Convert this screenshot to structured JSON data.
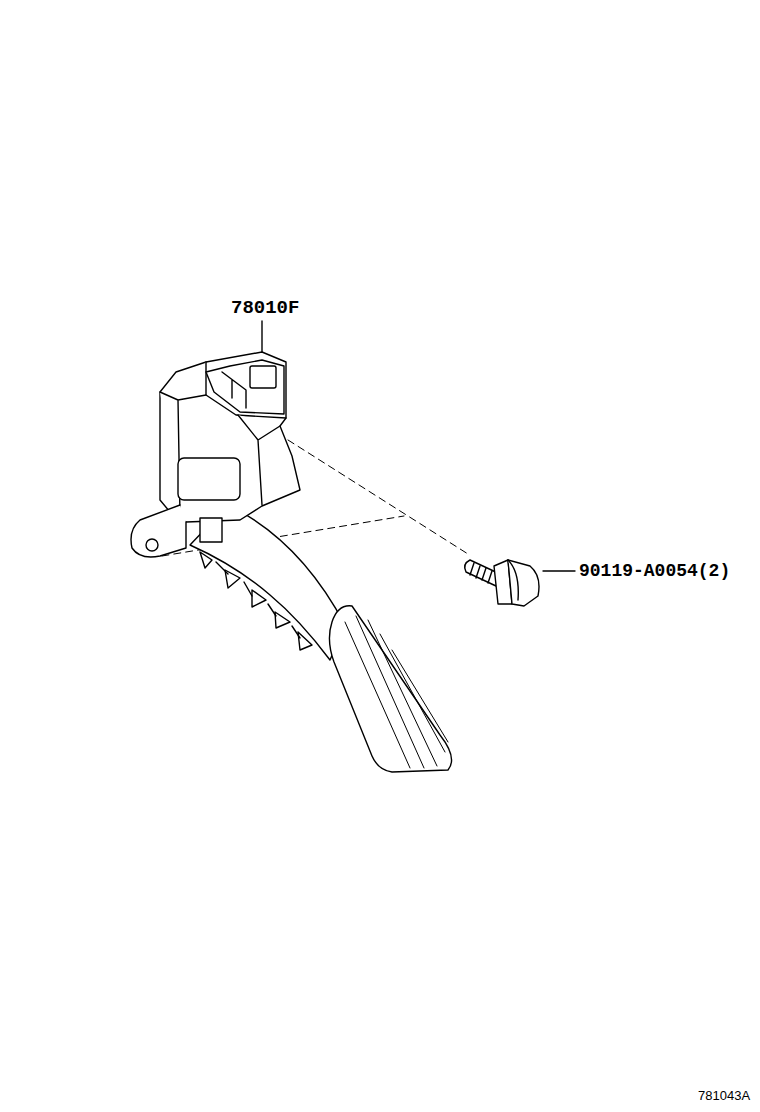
{
  "diagram": {
    "labels": [
      "78010F",
      "90119-A0054(2)",
      "781043A"
    ]
  }
}
